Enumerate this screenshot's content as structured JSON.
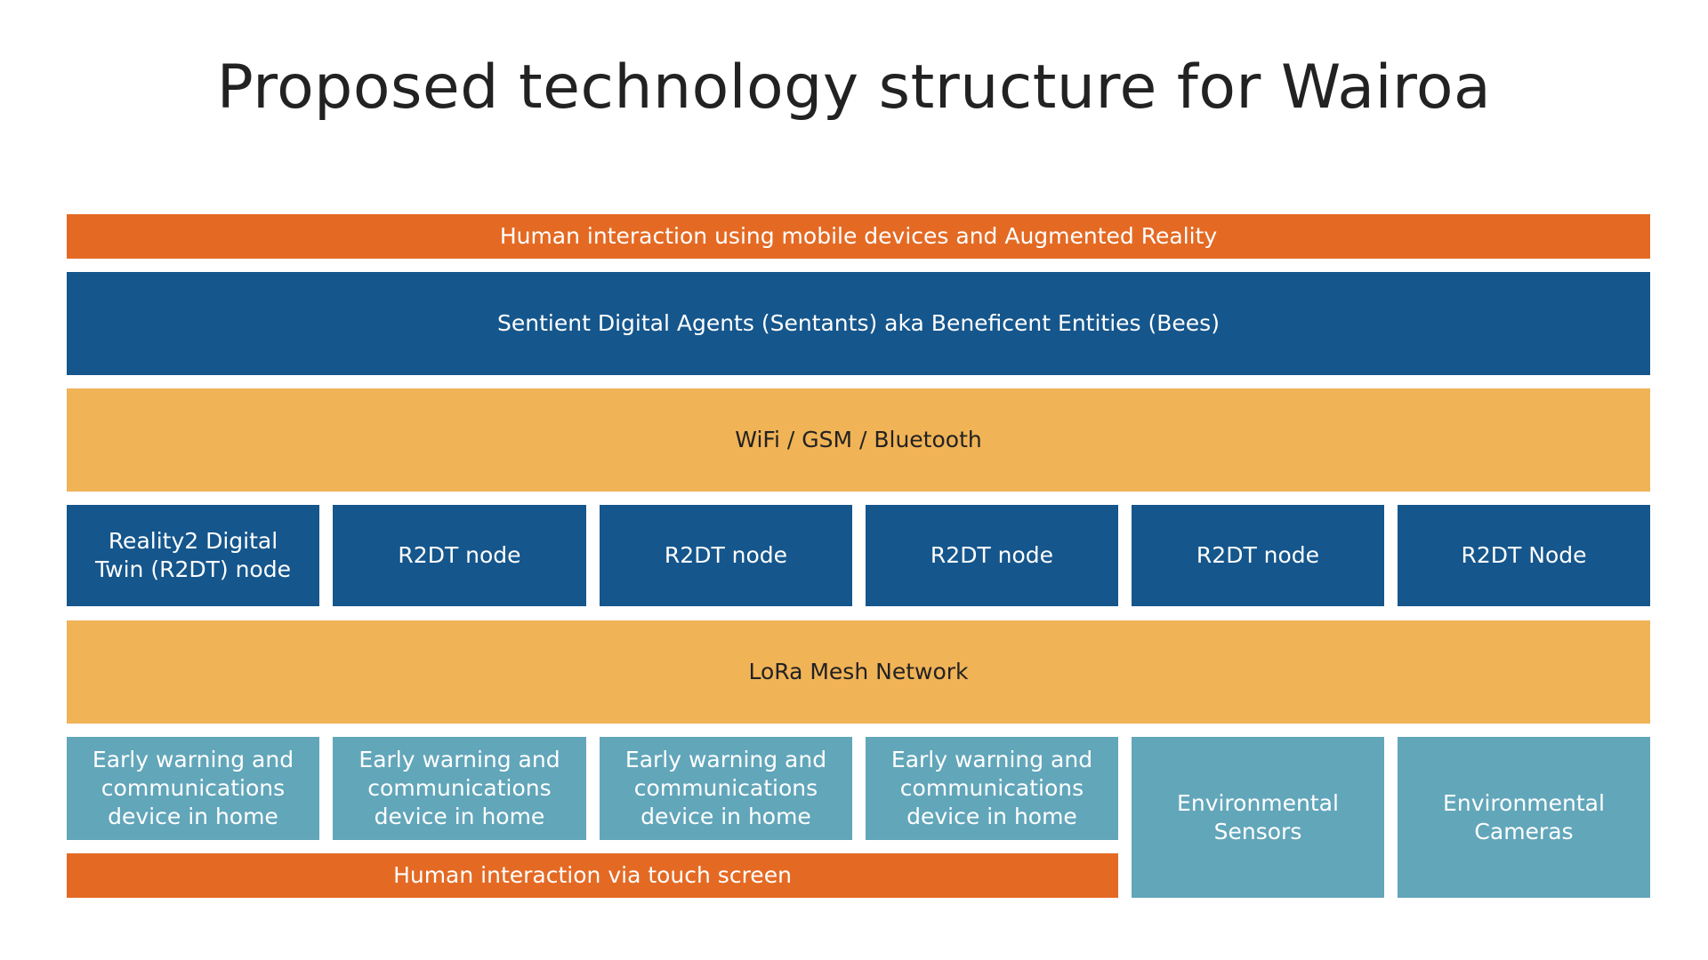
{
  "title": "Proposed technology structure for Wairoa",
  "colors": {
    "orange": "#e46a24",
    "navy": "#15568c",
    "amber": "#f0b356",
    "teal": "#62a6ba"
  },
  "layers": {
    "human_ar": "Human interaction using mobile devices and Augmented Reality",
    "agents": "Sentient Digital Agents (Sentants) aka Beneficent Entities (Bees)",
    "wireless": "WiFi / GSM / Bluetooth",
    "lora": "LoRa Mesh Network",
    "touch": "Human interaction via touch screen"
  },
  "nodes": [
    "Reality2 Digital\nTwin (R2DT) node",
    "R2DT node",
    "R2DT node",
    "R2DT node",
    "R2DT node",
    "R2DT Node"
  ],
  "devices": [
    "Early warning and\ncommunications\ndevice in home",
    "Early warning and\ncommunications\ndevice in home",
    "Early warning and\ncommunications\ndevice in home",
    "Early warning and\ncommunications\ndevice in home",
    "Environmental\nSensors",
    "Environmental\nCameras"
  ]
}
